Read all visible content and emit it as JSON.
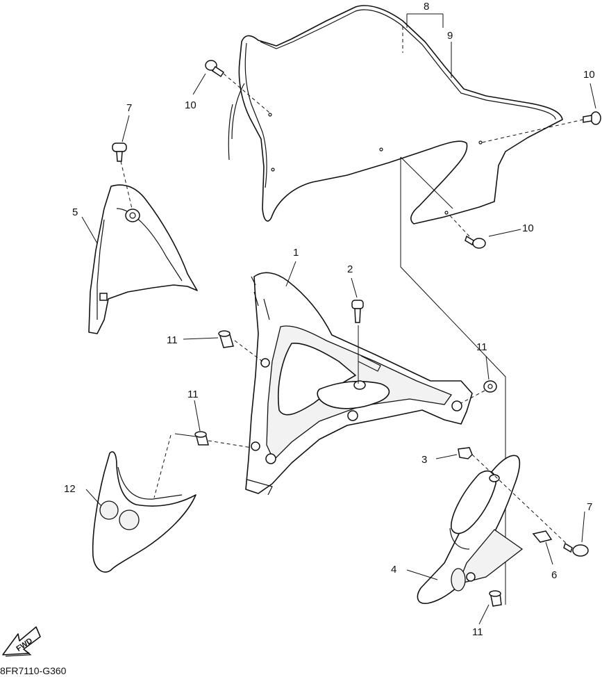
{
  "diagram_code": "8FR7110-G360",
  "fwd_label": "FWD",
  "callouts": {
    "c1": "1",
    "c2": "2",
    "c3": "3",
    "c4": "4",
    "c5": "5",
    "c6": "6",
    "c7a": "7",
    "c7b": "7",
    "c8": "8",
    "c9": "9",
    "c10a": "10",
    "c10b": "10",
    "c10c": "10",
    "c11a": "11",
    "c11b": "11",
    "c11c": "11",
    "c11d": "11",
    "c12": "12"
  }
}
